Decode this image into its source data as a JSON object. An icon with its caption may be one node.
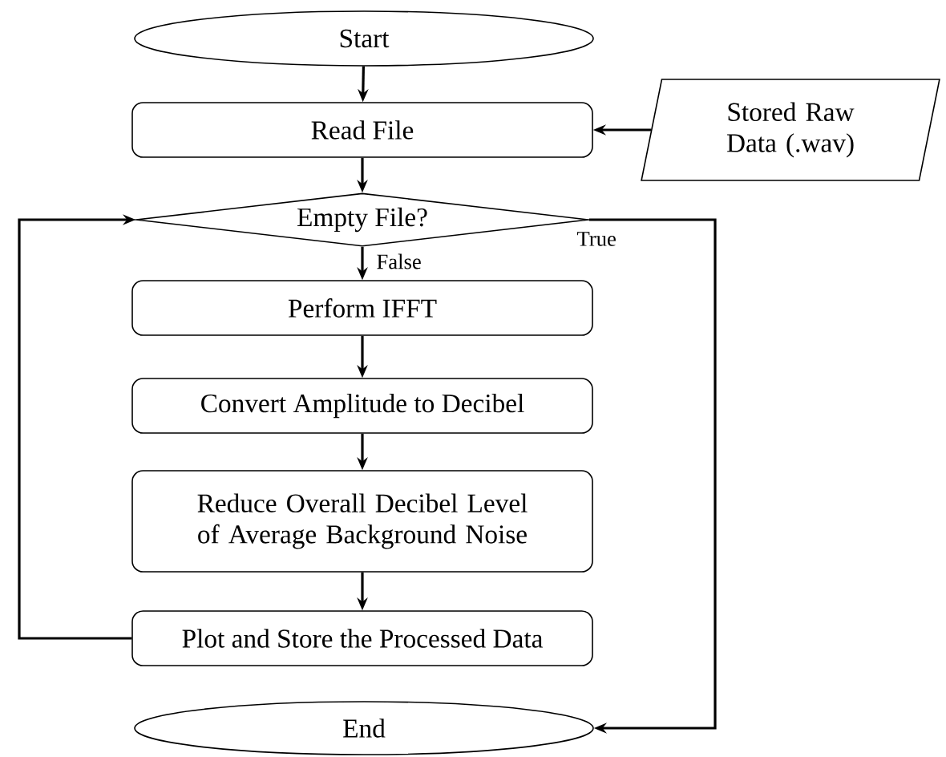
{
  "diagram": {
    "nodes": [
      {
        "text": [
          "Start"
        ]
      },
      {
        "text": [
          "Read File"
        ]
      },
      {
        "text": [
          "Stored Raw Data (.wav)"
        ]
      },
      {
        "text": [
          "Empty File?"
        ]
      },
      {
        "text": [
          "Perform IFFT"
        ]
      },
      {
        "text": [
          "Convert Amplitude to Decibel"
        ]
      },
      {
        "text": [
          "Reduce Overall Decibel Level of Average Background Noise"
        ]
      },
      {
        "text": [
          "Plot and Store the Processed Data"
        ]
      },
      {
        "text": [
          "End"
        ]
      }
    ],
    "edges": [
      {
        "from": 0,
        "to": 1,
        "arrow": "to"
      },
      {
        "from": 2,
        "to": 1,
        "arrow": "to"
      },
      {
        "from": 1,
        "to": 3,
        "arrow": "to"
      },
      {
        "from": 3,
        "to": 4,
        "arrow": "to",
        "label": "False"
      },
      {
        "from": 4,
        "to": 5,
        "arrow": "to"
      },
      {
        "from": 5,
        "to": 6,
        "arrow": "to"
      },
      {
        "from": 6,
        "to": 7,
        "arrow": "to"
      },
      {
        "from": 7,
        "to": 3,
        "arrow": "to"
      },
      {
        "from": 3,
        "to": 8,
        "arrow": "to",
        "label": "True"
      }
    ]
  }
}
